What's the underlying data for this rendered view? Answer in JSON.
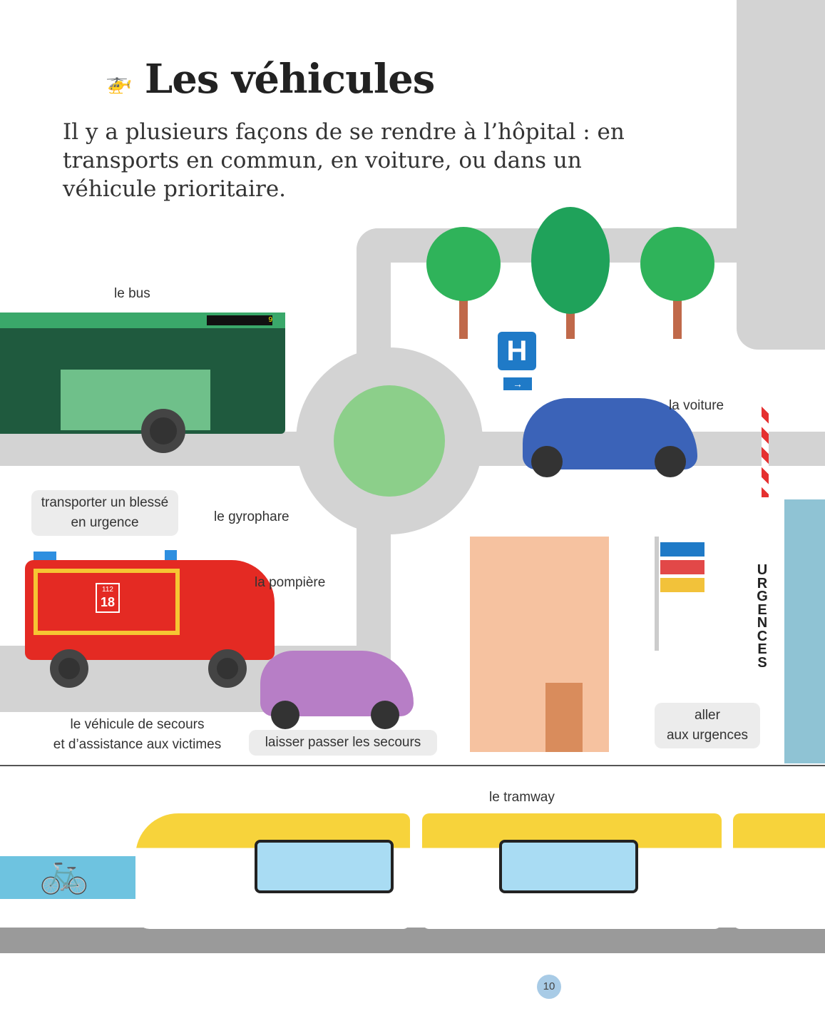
{
  "header": {
    "title": "Les véhicules",
    "icon": "helicopter-icon"
  },
  "intro": "Il y a plusieurs façons de se rendre à l’hôpital : en transports en commun, en voiture, ou dans un véhicule prioritaire.",
  "labels": {
    "bus": "le bus",
    "car": "la voiture",
    "beacon": "le gyrophare",
    "firefighter": "la pompière",
    "vsav_line1": "le véhicule de secours",
    "vsav_line2": "et d’assistance aux victimes",
    "tram": "le tramway"
  },
  "tags": {
    "transport_line1": "transporter un blessé",
    "transport_line2": "en urgence",
    "let_pass": "laisser passer les secours",
    "er_line1": "aller",
    "er_line2": "aux urgences"
  },
  "signs": {
    "hospital": "H",
    "emergency": "URGENCES",
    "phone_small": "112",
    "phone_big": "18",
    "bus_number": "9"
  },
  "page_number": "10",
  "colors": {
    "bus": "#2f8a5a",
    "fire_truck": "#e42a23",
    "car": "#3b63b8",
    "purple_car": "#b77ec6",
    "tram": "#f7d33b",
    "road": "#d3d3d3"
  }
}
